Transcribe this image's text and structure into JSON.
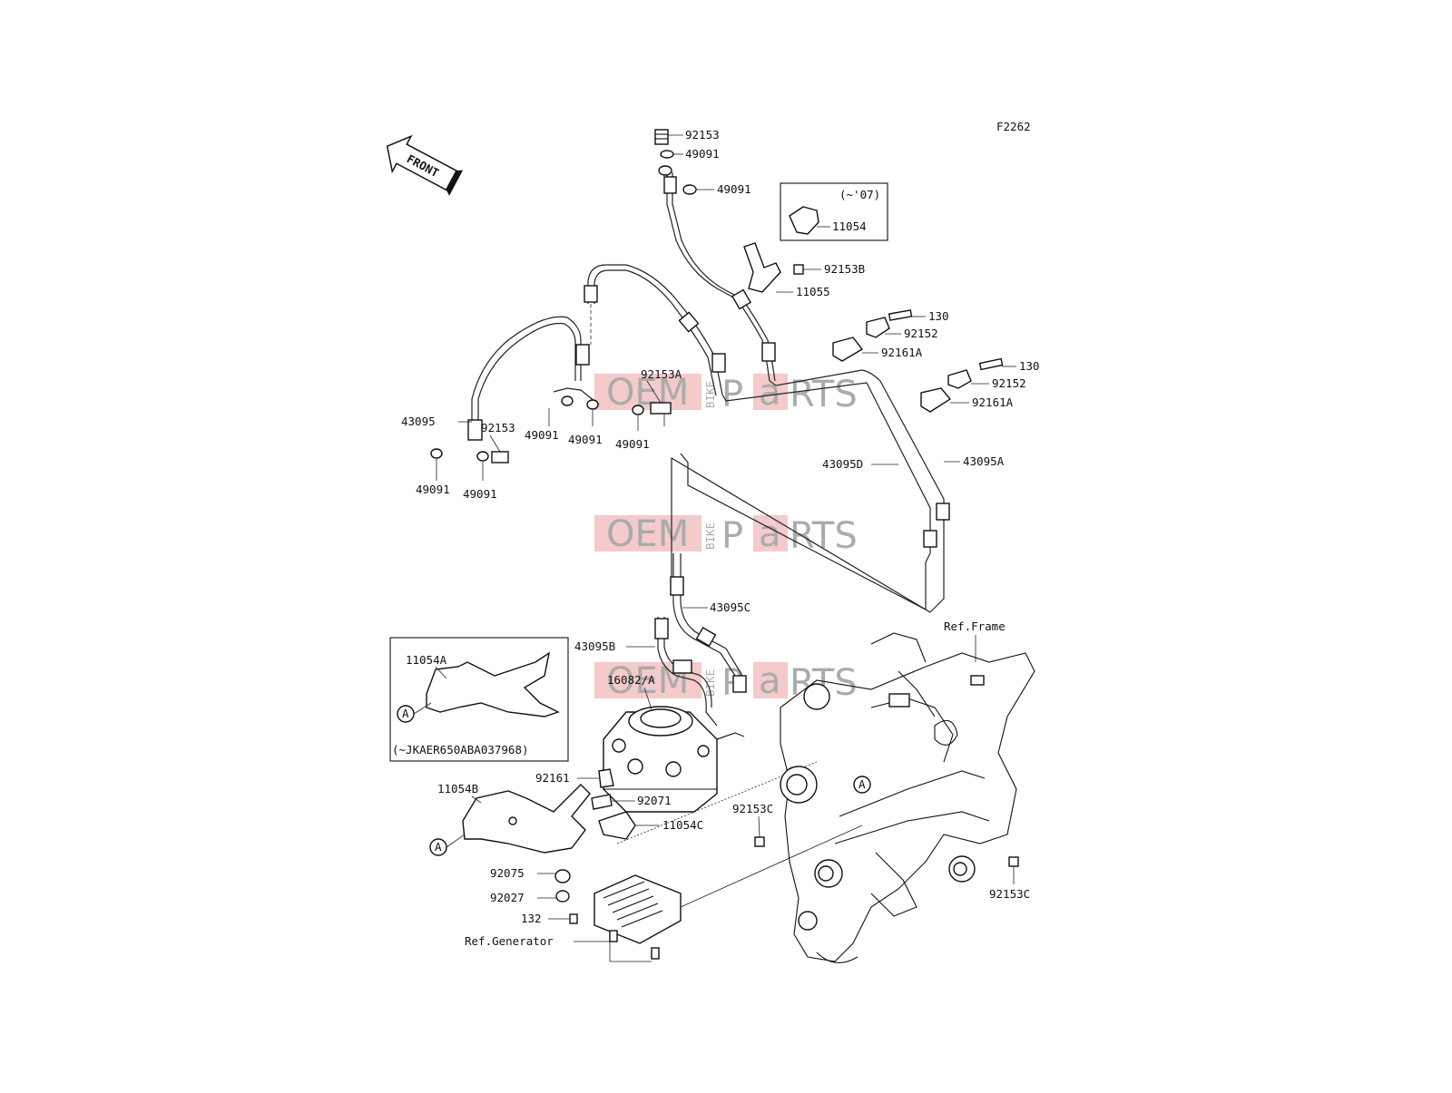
{
  "diagram": {
    "figure_code": "F2262",
    "front_label": "FRONT",
    "variant_top": "(~'07)",
    "variant_inset": "(~JKAER650ABA037968)",
    "circle_marker": "A",
    "watermark": {
      "oem": "OEM",
      "bike": "BIKE",
      "p": "P",
      "a": "a",
      "rts": "RTS"
    },
    "labels": {
      "l_92153_top": "92153",
      "l_49091_a": "49091",
      "l_49091_b": "49091",
      "l_11054": "11054",
      "l_92153B": "92153B",
      "l_11055": "11055",
      "l_130_a": "130",
      "l_92152_a": "92152",
      "l_92161A_a": "92161A",
      "l_130_b": "130",
      "l_92152_b": "92152",
      "l_92161A_b": "92161A",
      "l_92153A": "92153A",
      "l_43095": "43095",
      "l_92153_left": "92153",
      "l_49091_c": "49091",
      "l_49091_d": "49091",
      "l_49091_e": "49091",
      "l_49091_f": "49091",
      "l_49091_g": "49091",
      "l_43095D": "43095D",
      "l_43095A": "43095A",
      "l_43095C": "43095C",
      "l_43095B": "43095B",
      "l_16082A": "16082/A",
      "l_11054A": "11054A",
      "l_ref_frame": "Ref.Frame",
      "l_92161": "92161",
      "l_11054B": "11054B",
      "l_92071": "92071",
      "l_11054C": "11054C",
      "l_92153C_a": "92153C",
      "l_92153C_b": "92153C",
      "l_92075": "92075",
      "l_92027": "92027",
      "l_132": "132",
      "l_ref_generator": "Ref.Generator"
    }
  }
}
